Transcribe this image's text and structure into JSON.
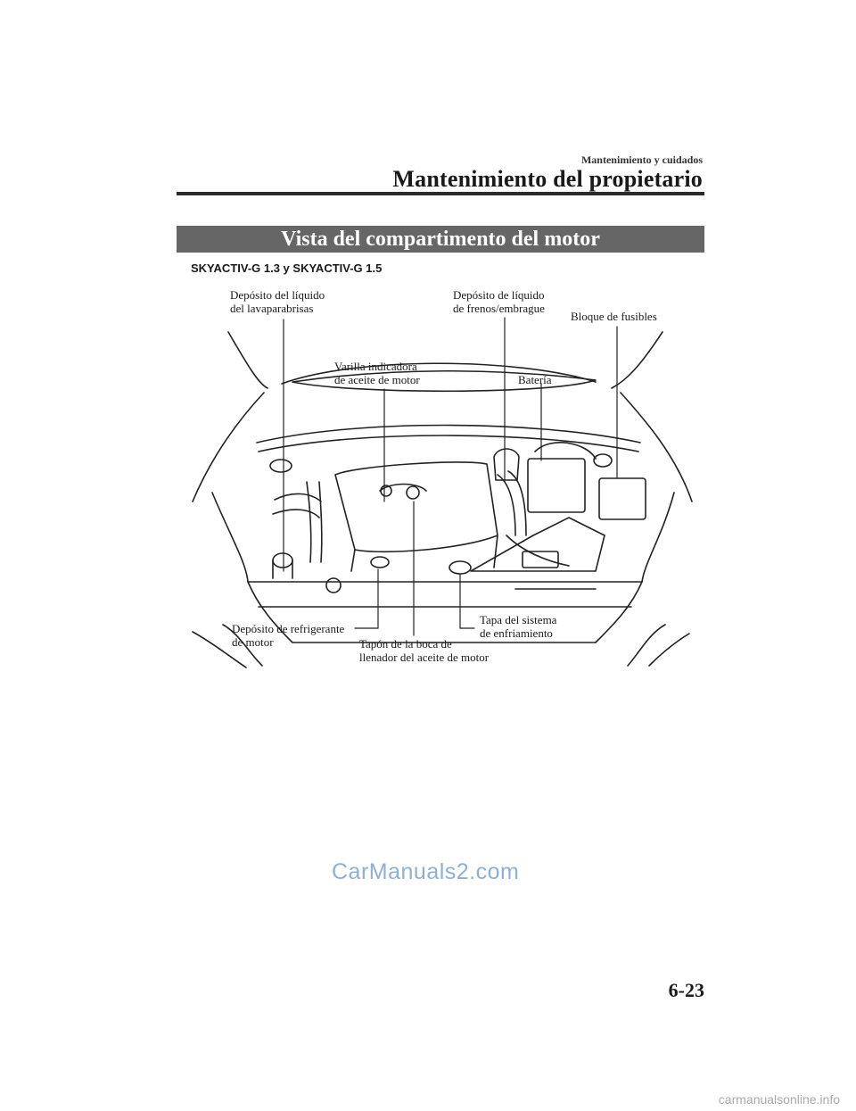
{
  "header": {
    "chapter": "Mantenimiento y cuidados",
    "section": "Mantenimiento del propietario"
  },
  "banner": {
    "title": "Vista del compartimento del motor"
  },
  "variant": "SKYACTIV-G 1.3 y SKYACTIV-G 1.5",
  "callouts": {
    "washer": [
      "Depósito del líquido",
      "del lavaparabrisas"
    ],
    "brake": [
      "Depósito de líquido",
      "de frenos/embrague"
    ],
    "fuse": [
      "Bloque de fusibles"
    ],
    "dipstick": [
      "Varilla indicadora",
      "de aceite de motor"
    ],
    "battery": [
      "Batería"
    ],
    "coolant": [
      "Depósito de refrigerante",
      "de motor"
    ],
    "oilcap": [
      "Tapón de la boca de",
      "llenador del aceite de motor"
    ],
    "radcap": [
      "Tapa del sistema",
      "de enfriamiento"
    ]
  },
  "watermark": "CarManuals2.com",
  "page_number": "6-23",
  "footer_watermark": "carmanualsonline.info"
}
